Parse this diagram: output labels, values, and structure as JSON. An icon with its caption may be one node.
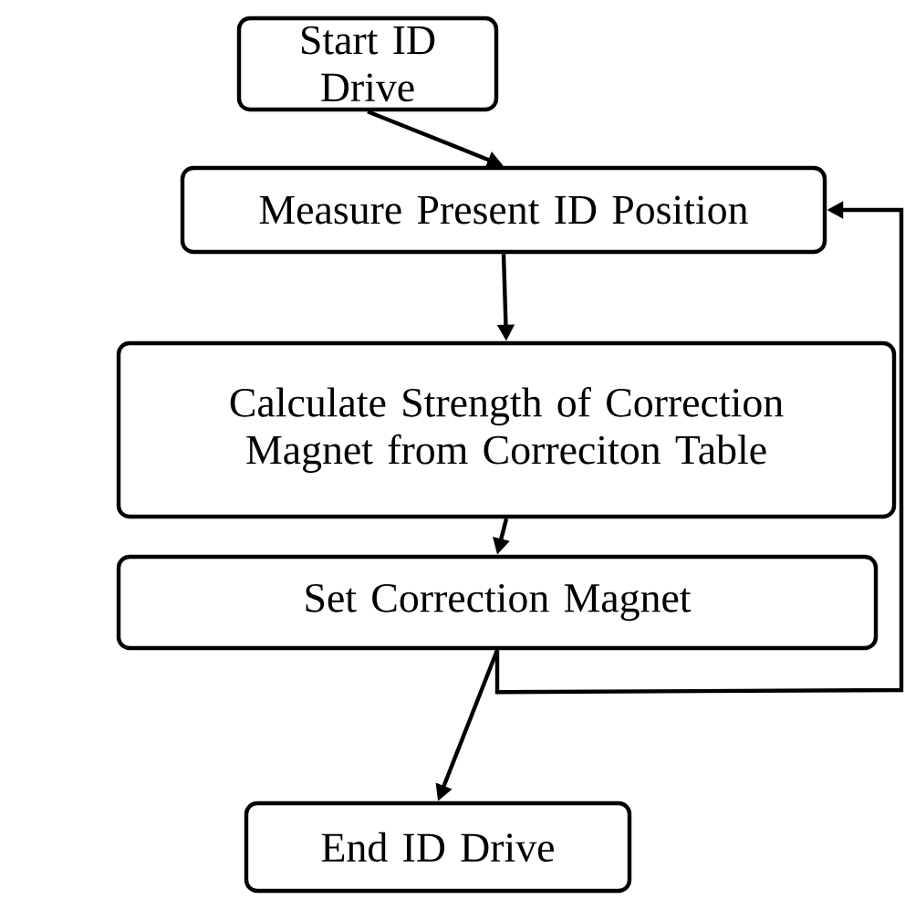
{
  "diagram": {
    "nodes": [
      {
        "text": [
          "Start ID Drive"
        ]
      },
      {
        "text": [
          "Measure Present ID Position"
        ]
      },
      {
        "text": [
          "Calculate Strength of Correction Magnet from Correciton Table"
        ]
      },
      {
        "text": [
          "Set Correction Magnet"
        ]
      },
      {
        "text": [
          "End ID Drive"
        ]
      }
    ],
    "edges": [
      {
        "from": 0,
        "to": 1,
        "arrow": "to"
      },
      {
        "from": 1,
        "to": 2,
        "arrow": "to"
      },
      {
        "from": 2,
        "to": 3,
        "arrow": "to"
      },
      {
        "from": 3,
        "to": 4,
        "arrow": "to"
      },
      {
        "from": 3,
        "to": 1,
        "arrow": "to"
      }
    ]
  }
}
